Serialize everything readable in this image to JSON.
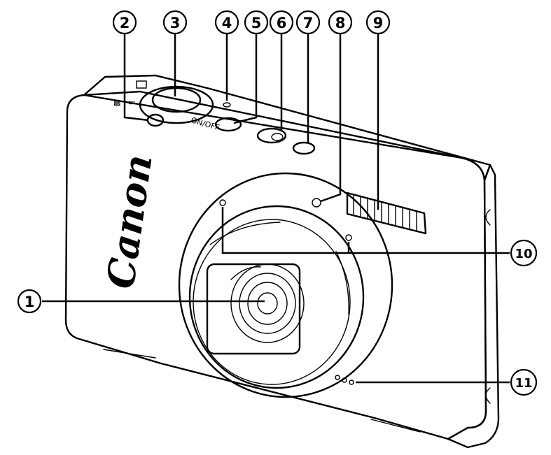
{
  "diagram": {
    "brand_text": "Canon",
    "power_button_text": "ON/OFF",
    "callouts": [
      {
        "id": "1",
        "label": "①"
      },
      {
        "id": "2",
        "label": "②"
      },
      {
        "id": "3",
        "label": "③"
      },
      {
        "id": "4",
        "label": "④"
      },
      {
        "id": "5",
        "label": "⑤"
      },
      {
        "id": "6",
        "label": "⑥"
      },
      {
        "id": "7",
        "label": "⑦"
      },
      {
        "id": "8",
        "label": "⑧"
      },
      {
        "id": "9",
        "label": "⑨"
      },
      {
        "id": "10",
        "label": "⑩"
      },
      {
        "id": "11",
        "label": "⑪"
      }
    ]
  }
}
